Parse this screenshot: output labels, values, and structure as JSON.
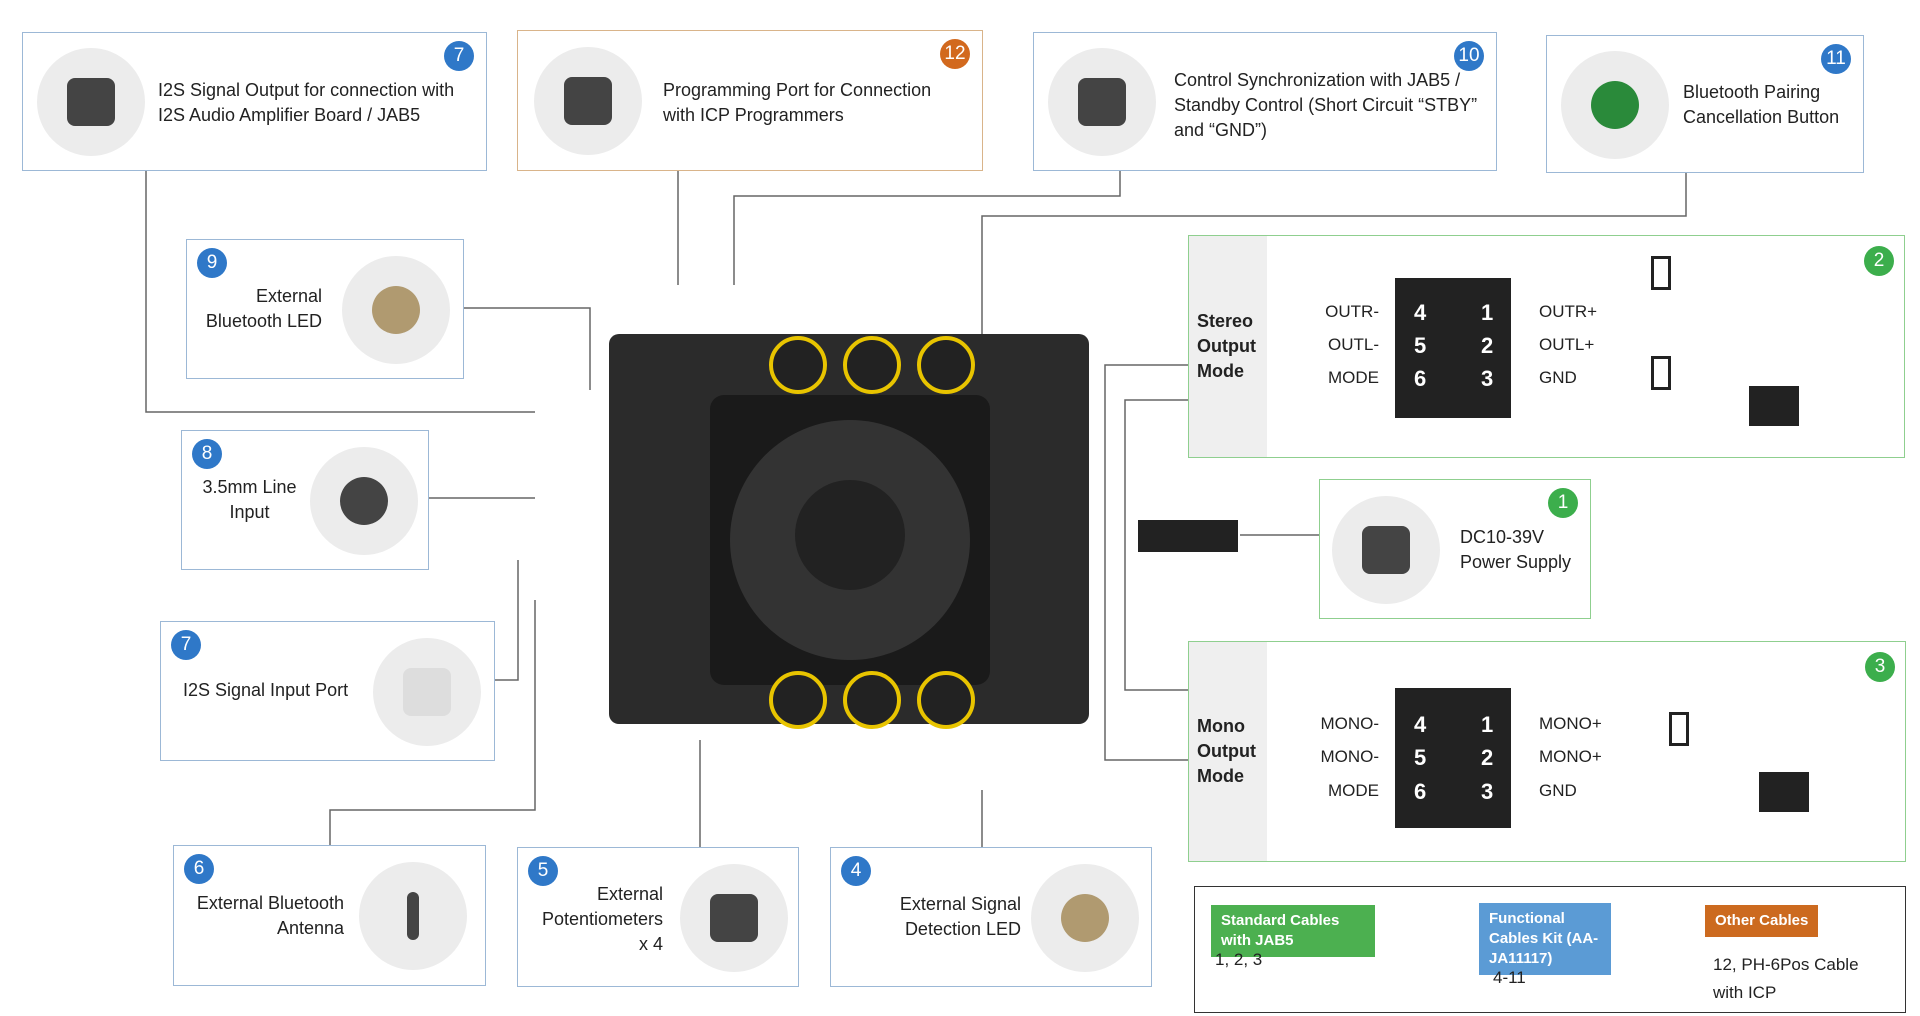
{
  "callouts": [
    {
      "num": "7",
      "text": "I2S Signal Output for connection with I2S Audio Amplifier Board / JAB5",
      "color": "#2f78c8"
    },
    {
      "num": "12",
      "text": "Programming Port for Connection with ICP Programmers",
      "color": "#d2691e"
    },
    {
      "num": "10",
      "text": "Control Synchronization with JAB5 / Standby Control (Short Circuit “STBY” and “GND”)",
      "color": "#2f78c8"
    },
    {
      "num": "11",
      "text": "Bluetooth Pairing Cancellation Button",
      "color": "#2f78c8"
    },
    {
      "num": "9",
      "text": "External Bluetooth LED",
      "color": "#2f78c8"
    },
    {
      "num": "8",
      "text": "3.5mm Line Input",
      "color": "#2f78c8"
    },
    {
      "num": "7",
      "text": "I2S Signal Input Port",
      "color": "#2f78c8"
    },
    {
      "num": "6",
      "text": "External Bluetooth Antenna",
      "color": "#2f78c8"
    },
    {
      "num": "5",
      "text": "External Potentiometers x 4",
      "color": "#2f78c8"
    },
    {
      "num": "4",
      "text": "External Signal Detection LED",
      "color": "#2f78c8"
    },
    {
      "num": "1",
      "text": "DC10-39V Power Supply",
      "color": "#3cae4c"
    }
  ],
  "stereo": {
    "num": "2",
    "mode": "Stereo Output Mode",
    "left": [
      "OUTR-",
      "OUTL-",
      "MODE"
    ],
    "right": [
      "OUTR+",
      "OUTL+",
      "GND"
    ],
    "pins_left": [
      "4",
      "5",
      "6"
    ],
    "pins_right": [
      "1",
      "2",
      "3"
    ]
  },
  "mono": {
    "num": "3",
    "mode": "Mono Output Mode",
    "left": [
      "MONO-",
      "MONO-",
      "MODE"
    ],
    "right": [
      "MONO+",
      "MONO+",
      "GND"
    ],
    "pins_left": [
      "4",
      "5",
      "6"
    ],
    "pins_right": [
      "1",
      "2",
      "3"
    ]
  },
  "legend": [
    {
      "label": "Standard Cables with JAB5",
      "value": "1, 2, 3",
      "color": "#4cb050"
    },
    {
      "label": "Functional Cables Kit (AA-JA11117)",
      "value": "4-11",
      "color": "#5b9bd5"
    },
    {
      "label": "Other Cables",
      "value": "12, PH-6Pos Cable with ICP",
      "color": "#cc6a1f"
    }
  ]
}
